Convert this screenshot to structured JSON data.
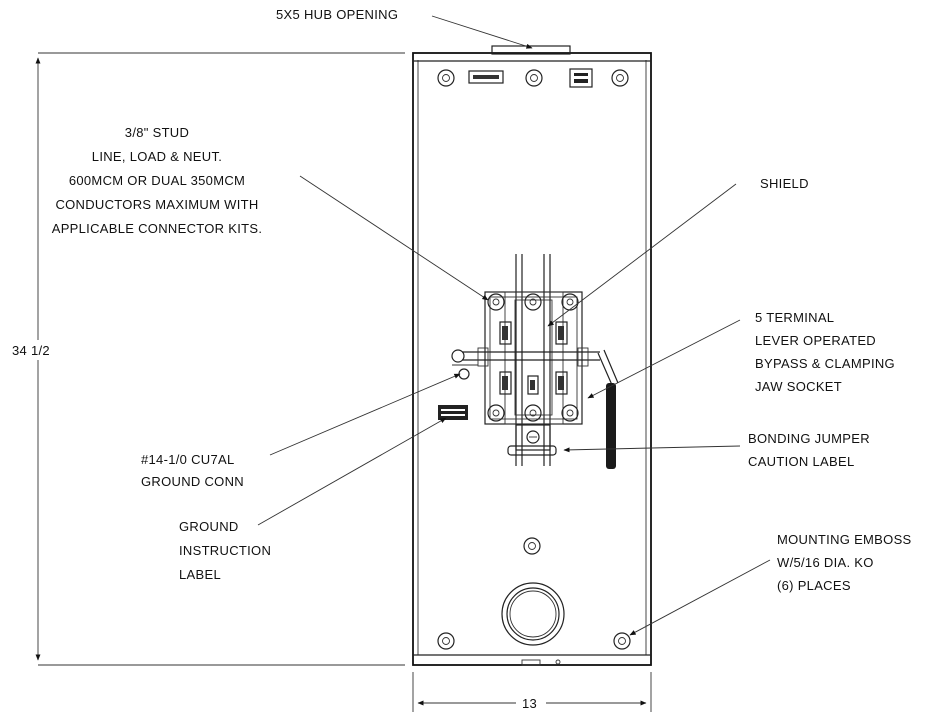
{
  "labels": {
    "hub": "5X5 HUB OPENING",
    "stud": [
      "3/8\" STUD",
      "LINE, LOAD & NEUT.",
      "600MCM OR DUAL 350MCM",
      "CONDUCTORS MAXIMUM WITH",
      "APPLICABLE CONNECTOR KITS."
    ],
    "shield": "SHIELD",
    "socket": [
      "5 TERMINAL",
      "LEVER OPERATED",
      "BYPASS & CLAMPING",
      "JAW SOCKET"
    ],
    "bonding": [
      "BONDING JUMPER",
      "CAUTION LABEL"
    ],
    "ground_conn": [
      "#14-1/0 CU7AL",
      "GROUND CONN"
    ],
    "ground_instruction": [
      "GROUND",
      "INSTRUCTION",
      "LABEL"
    ],
    "mounting": [
      "MOUNTING EMBOSS",
      "W/5/16 DIA. KO",
      "(6) PLACES"
    ]
  },
  "dimensions": {
    "height": "34 1/2",
    "width": "13"
  },
  "colors": {
    "line": "#222222",
    "background": "#ffffff"
  }
}
